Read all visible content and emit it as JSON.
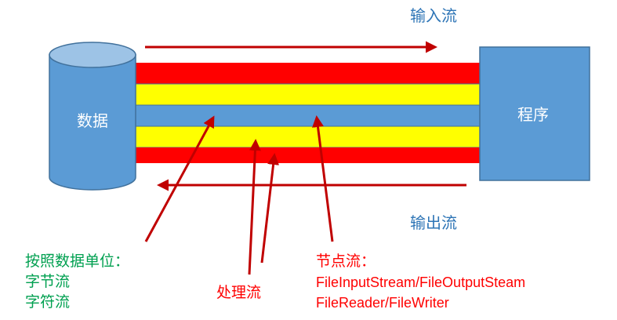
{
  "diagram": {
    "nodes": {
      "data_store": {
        "label": "数据"
      },
      "program": {
        "label": "程序"
      }
    },
    "flows": {
      "input": {
        "label": "输入流"
      },
      "output": {
        "label": "输出流"
      }
    },
    "annotations": {
      "unit_heading": "按照数据单位：",
      "byte_stream": "字节流",
      "char_stream": "字符流",
      "processing_stream": "处理流",
      "node_stream_heading": "节点流：",
      "node_stream_example_1": "FileInputStream/FileOutputSteam",
      "node_stream_example_2": "FileReader/FileWriter"
    }
  },
  "colors": {
    "blue_fill": "#5b9bd5",
    "blue_border": "#41719c",
    "blue_top": "#9dc3e6",
    "red": "#ff0000",
    "yellow": "#ffff00",
    "arrow_red": "#c00000",
    "text_blue": "#2e75b6",
    "text_green": "#00a050",
    "text_red": "#ff0000",
    "text_white": "#ffffff"
  }
}
